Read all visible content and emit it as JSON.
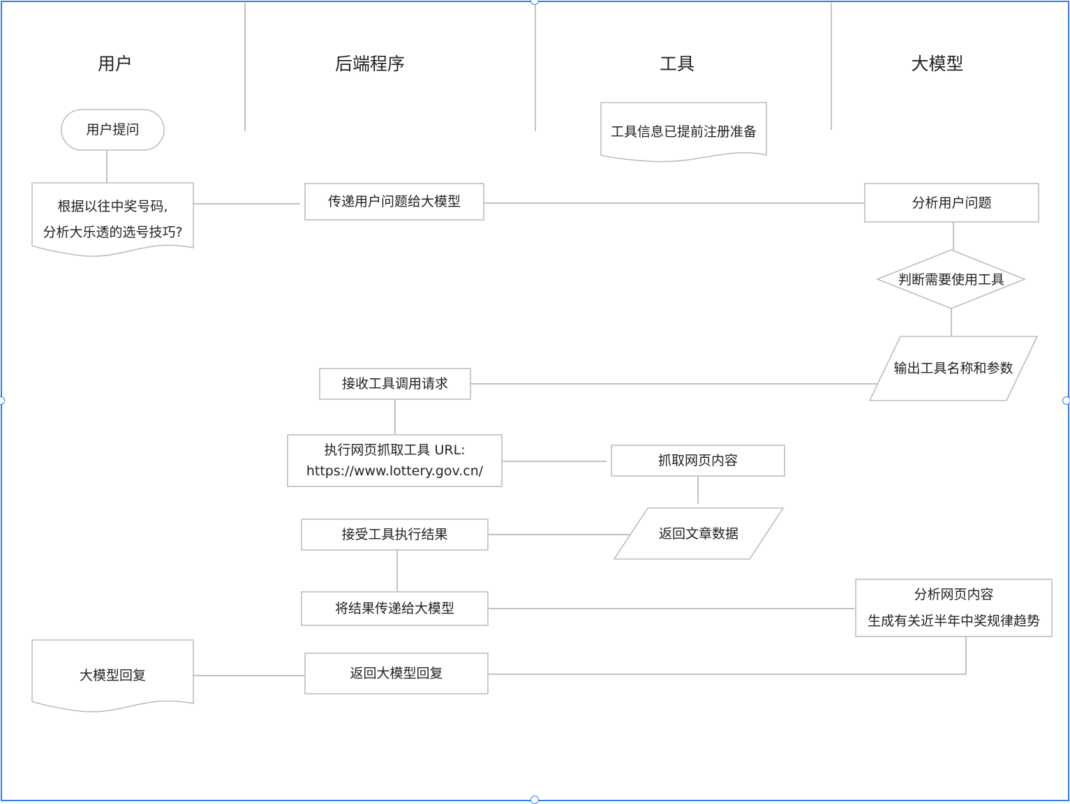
{
  "colors": {
    "frame": "#2f7fe6",
    "stroke": "#bdbdbd",
    "text": "#222222"
  },
  "lanes": [
    "用户",
    "后端程序",
    "工具",
    "大模型"
  ],
  "nodes": {
    "user_question": "用户提问",
    "question_text_line1": "根据以往中奖号码,",
    "question_text_line2": "分析大乐透的选号技巧?",
    "forward_question": "传递用户问题给大模型",
    "analyze_question": "分析用户问题",
    "tool_registered": "工具信息已提前注册准备",
    "decide_tool": "判断需要使用工具",
    "output_tool": "输出工具名称和参数",
    "receive_tool_call": "接收工具调用请求",
    "run_scraper_line1": "执行网页抓取工具 URL:",
    "run_scraper_line2": "https://www.lottery.gov.cn/",
    "scrape_page": "抓取网页内容",
    "return_article": "返回文章数据",
    "accept_result": "接受工具执行结果",
    "forward_result": "将结果传递给大模型",
    "analyze_page_line1": "分析网页内容",
    "analyze_page_line2": "生成有关近半年中奖规律趋势",
    "return_reply": "返回大模型回复",
    "model_reply": "大模型回复"
  }
}
